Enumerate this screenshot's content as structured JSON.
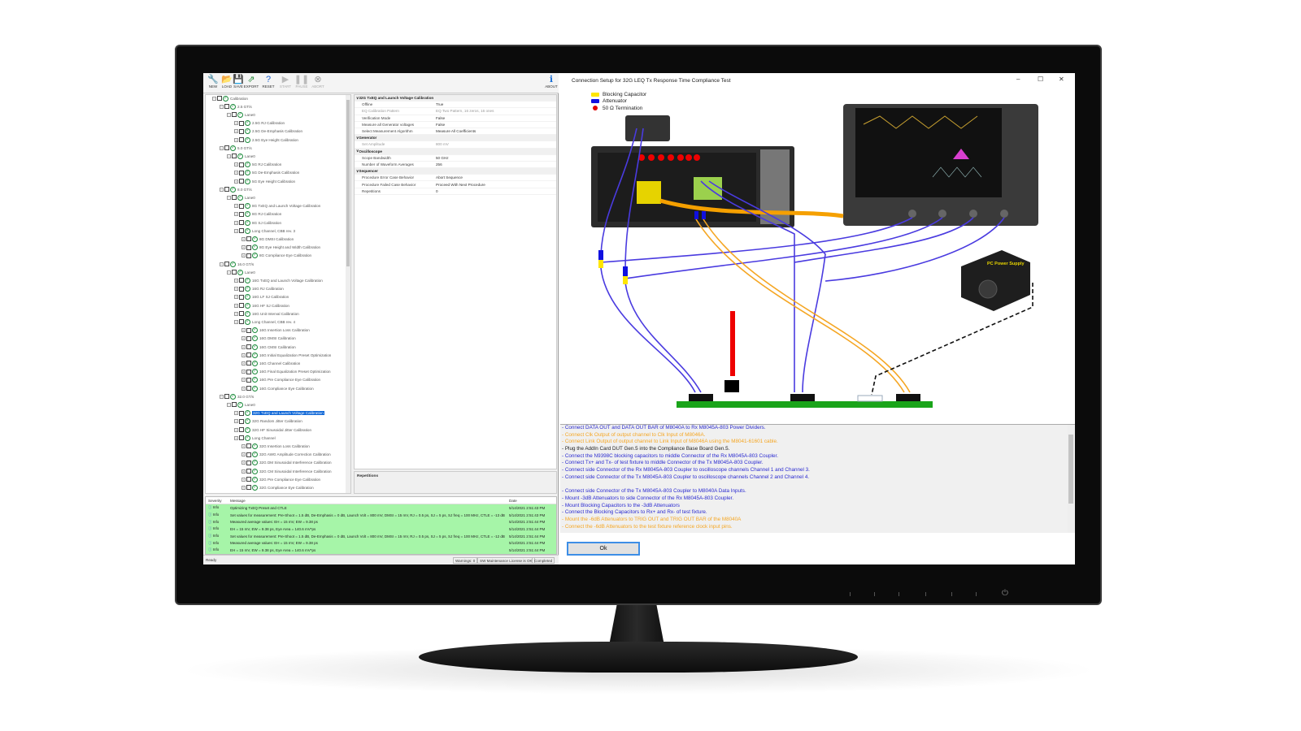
{
  "toolbar": {
    "buttons": [
      {
        "label": "NEW",
        "icon": "wrench-icon",
        "enabled": true
      },
      {
        "label": "LOAD",
        "icon": "folder-icon",
        "enabled": true
      },
      {
        "label": "SAVE",
        "icon": "floppy-icon",
        "enabled": true
      },
      {
        "label": "EXPORT",
        "icon": "export-icon",
        "enabled": true
      },
      {
        "label": "RESET",
        "icon": "question-icon",
        "enabled": true
      },
      {
        "label": "START",
        "icon": "play-icon",
        "enabled": false
      },
      {
        "label": "PAUSE",
        "icon": "pause-icon",
        "enabled": false
      },
      {
        "label": "ABORT",
        "icon": "abort-icon",
        "enabled": false
      }
    ],
    "about": "ABOUT"
  },
  "tree": [
    {
      "d": 0,
      "t": "Calibration"
    },
    {
      "d": 1,
      "t": "2.5 GT/s"
    },
    {
      "d": 2,
      "t": "Lane0"
    },
    {
      "d": 3,
      "t": "2.5G RJ Calibration"
    },
    {
      "d": 3,
      "t": "2.5G De-Emphasis Calibration"
    },
    {
      "d": 3,
      "t": "2.5G Eye Height Calibration"
    },
    {
      "d": 1,
      "t": "5.0 GT/s"
    },
    {
      "d": 2,
      "t": "Lane0"
    },
    {
      "d": 3,
      "t": "5G RJ Calibration"
    },
    {
      "d": 3,
      "t": "5G De-Emphasis Calibration"
    },
    {
      "d": 3,
      "t": "5G Eye Height Calibration"
    },
    {
      "d": 1,
      "t": "8.0 GT/s"
    },
    {
      "d": 2,
      "t": "Lane0"
    },
    {
      "d": 3,
      "t": "8G TxEQ and Launch Voltage Calibration"
    },
    {
      "d": 3,
      "t": "8G RJ Calibration"
    },
    {
      "d": 3,
      "t": "8G SJ Calibration"
    },
    {
      "d": 3,
      "t": "Long Channel, CBB rev. 3"
    },
    {
      "d": 4,
      "t": "8G DMSI Calibration"
    },
    {
      "d": 4,
      "t": "8G Eye Height and Width Calibration"
    },
    {
      "d": 4,
      "t": "8G Compliance Eye Calibration"
    },
    {
      "d": 1,
      "t": "16.0 GT/s"
    },
    {
      "d": 2,
      "t": "Lane0"
    },
    {
      "d": 3,
      "t": "16G TxEQ and Launch Voltage Calibration"
    },
    {
      "d": 3,
      "t": "16G RJ Calibration"
    },
    {
      "d": 3,
      "t": "16G LF SJ Calibration"
    },
    {
      "d": 3,
      "t": "16G HF SJ Calibration"
    },
    {
      "d": 3,
      "t": "16G Unit Interval Calibration"
    },
    {
      "d": 3,
      "t": "Long Channel, CBB rev. 4"
    },
    {
      "d": 4,
      "t": "16G Insertion Loss Calibration"
    },
    {
      "d": 4,
      "t": "16G DMSI Calibration"
    },
    {
      "d": 4,
      "t": "16G CMSI Calibration"
    },
    {
      "d": 4,
      "t": "16G Initial Equalization Preset Optimization"
    },
    {
      "d": 4,
      "t": "16G Channel Calibration"
    },
    {
      "d": 4,
      "t": "16G Final Equalization Preset Optimization"
    },
    {
      "d": 4,
      "t": "16G Pre Compliance Eye Calibration"
    },
    {
      "d": 4,
      "t": "16G Compliance Eye Calibration"
    },
    {
      "d": 1,
      "t": "32.0 GT/s"
    },
    {
      "d": 2,
      "t": "Lane0"
    },
    {
      "d": 3,
      "t": "32G TxEQ and Launch Voltage Calibration",
      "selected": true
    },
    {
      "d": 3,
      "t": "32G Random Jitter Calibration"
    },
    {
      "d": 3,
      "t": "32G HF Sinusoidal Jitter Calibration"
    },
    {
      "d": 3,
      "t": "Long Channel"
    },
    {
      "d": 4,
      "t": "32G Insertion Loss Calibration"
    },
    {
      "d": 4,
      "t": "32G AWG Amplitude Correction Calibration"
    },
    {
      "d": 4,
      "t": "32G DM Sinusoidal Interference Calibration"
    },
    {
      "d": 4,
      "t": "32G CM Sinusoidal Interference Calibration"
    },
    {
      "d": 4,
      "t": "32G Pre Compliance Eye Calibration"
    },
    {
      "d": 4,
      "t": "32G Compliance Eye Calibration"
    }
  ],
  "properties": [
    {
      "cat": "32G TxEQ and Launch Voltage Calibration"
    },
    {
      "k": "Offline",
      "v": "True"
    },
    {
      "k": "EQ Calibration Pattern",
      "v": "EQ Two Pattern, 16 zeros, 16 ones",
      "dim": true
    },
    {
      "k": "Verification Mode",
      "v": "False"
    },
    {
      "k": "Measure all Generator voltages",
      "v": "False"
    },
    {
      "k": "Select Measurement Algorithm",
      "v": "Measure All Coefficients"
    },
    {
      "cat": "Generator"
    },
    {
      "k": "Set Amplitude",
      "v": "800 mV",
      "dim": true
    },
    {
      "cat": "Oscilloscope"
    },
    {
      "k": "Scope Bandwidth",
      "v": "50 GHz"
    },
    {
      "k": "Number of Waveform Averages",
      "v": "256"
    },
    {
      "cat": "Sequencer"
    },
    {
      "k": "Procedure Error Case Behavior",
      "v": "Abort Sequence"
    },
    {
      "k": "Procedure Failed Case Behavior",
      "v": "Proceed With Next Procedure"
    },
    {
      "k": "Repetitions",
      "v": "0"
    }
  ],
  "description": "Repetitions",
  "log": {
    "headers": [
      "Severity",
      "Message",
      "Date"
    ],
    "rows": [
      [
        "Info",
        "Optimizing TxEQ Preset and CTLE",
        "5/14/2021 2:51:43 PM"
      ],
      [
        "Info",
        "Set values for measurement: Pre-Shoot = 1.5 dB, De-Emphasis = 0 dB, Launch Volt = 800 mV, DMSI = 15 mV, RJ = 0.5 ps, SJ = 5 ps, SJ freq = 100 MHz, CTLE = -13 dB",
        "5/14/2021 2:51:43 PM"
      ],
      [
        "Info",
        "Measured average values: EH = 15 mV, EW = 9.38 ps",
        "5/14/2021 2:51:44 PM"
      ],
      [
        "Info",
        "EH = 15 mV, EW = 9.38 ps, Eye Area = 140.6 mV*ps",
        "5/14/2021 2:51:44 PM"
      ],
      [
        "Info",
        "Set values for measurement: Pre-Shoot = 1.5 dB, De-Emphasis = 0 dB, Launch Volt = 800 mV, DMSI = 15 mV, RJ = 0.5 ps, SJ = 5 ps, SJ freq = 100 MHz, CTLE = -12 dB",
        "5/14/2021 2:51:44 PM"
      ],
      [
        "Info",
        "Measured average values: EH = 15 mV, EW = 9.38 ps",
        "5/14/2021 2:51:44 PM"
      ],
      [
        "Info",
        "EH = 15 mV, EW = 9.38 ps, Eye Area = 140.6 mV*ps",
        "5/14/2021 2:51:44 PM"
      ]
    ]
  },
  "status": {
    "left": "Ready",
    "warnings": "Warnings: 0",
    "license": "SW Maintenance License is OK",
    "state": "Completed"
  },
  "dialog": {
    "title": "Connection Setup for 32G LEQ Tx Response Time Compliance Test",
    "legend": [
      {
        "label": "Blocking Capacitor",
        "color": "#ffe600"
      },
      {
        "label": "Attenuator",
        "color": "#1010e0"
      },
      {
        "label": "50 Ω Termination",
        "color": "#e00000"
      }
    ],
    "diagram_labels": {
      "psu": "PC Power Supply"
    },
    "instructions": [
      {
        "t": "- Connect DATA OUT and DATA OUT BAR of M8040A to Rx M8045A-803 Power Dividers.",
        "c": "#2a2ad0"
      },
      {
        "t": "- Connect Clk Output of output channel to Clk Input of M8046A.",
        "c": "#f5a623"
      },
      {
        "t": "- Connect Link Output of output channel to Link Input of M8046A using the M8041-61601 cable.",
        "c": "#f5a623"
      },
      {
        "t": "- Plug the AddIn Card DUT Gen.5 into the Compliance Base Board Gen.5.",
        "c": "#222"
      },
      {
        "t": "- Connect the N9398C blocking capacitors to middle Connector of the Rx M8045A-803 Coupler.",
        "c": "#2a2ad0"
      },
      {
        "t": "- Connect Tx+ and Tx- of test fixture to middle Connector of the Tx M8045A-803 Coupler.",
        "c": "#2a2ad0"
      },
      {
        "t": "- Connect side Connector of the Rx M8045A-803 Coupler to oscilloscope channels Channel 1 and Channel 3.",
        "c": "#2a2ad0"
      },
      {
        "t": "- Connect side Connector of the Tx M8045A-803 Coupler to oscilloscope channels Channel 2 and Channel 4.",
        "c": "#2a2ad0"
      },
      {
        "t": "",
        "c": "#222"
      },
      {
        "t": "- Connect side Connector of the Tx M8045A-803 Coupler to M8040A Data Inputs.",
        "c": "#2a2ad0"
      },
      {
        "t": "- Mount -3dB Attenuators to side Connector of the Rx M8045A-803 Coupler.",
        "c": "#2a2ad0"
      },
      {
        "t": "- Mount Blocking Capacitors to the -3dB Attenuators",
        "c": "#2a2ad0"
      },
      {
        "t": "- Connect the Blocking Capacitors to Rx+ and Rx- of test fixture.",
        "c": "#2a2ad0"
      },
      {
        "t": "- Mount the -6dB Attenuators to TRIG OUT and TRIG OUT BAR of the M8040A",
        "c": "#f5a623"
      },
      {
        "t": "- Connect the -6dB Attenuators to the test fixture reference clock input pins.",
        "c": "#f5a623"
      }
    ],
    "ok": "Ok"
  }
}
